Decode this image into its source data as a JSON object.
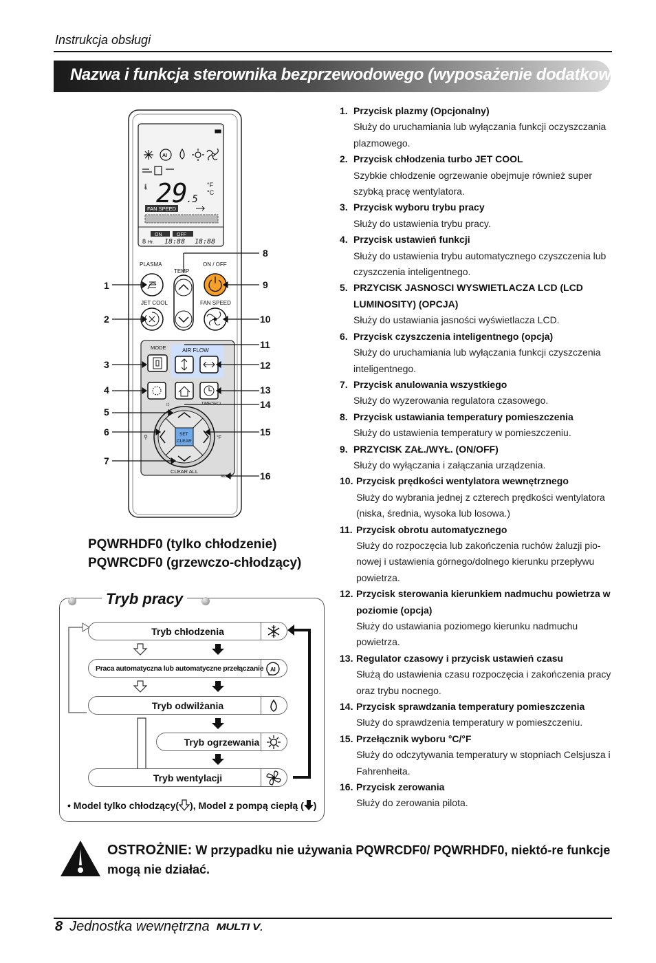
{
  "header": {
    "title": "Instrukcja obsługi"
  },
  "banner": {
    "title": "Nazwa i funkcja sterownika bezprzewodowego (wyposażenie dodatkowe)"
  },
  "remote": {
    "labels": {
      "plasma": "PLASMA",
      "jet_cool": "JET COOL",
      "temp": "TEMP",
      "on_off": "ON / OFF",
      "fan_speed": "FAN SPEED",
      "mode": "MODE",
      "air_flow": "AIR FLOW",
      "time": "TIME(SEC)",
      "set": "SET",
      "clear": "CLEAR",
      "clear_all": "CLEAR ALL",
      "reset": "RESET"
    },
    "display": {
      "temperature": "29",
      "decimal": ".5",
      "unit_f": "°F",
      "unit_c": "°C",
      "fan_speed": "FAN SPEED",
      "on": "ON",
      "off": "OFF",
      "hr": "Hr.",
      "timer": "18:88"
    },
    "callouts_left": [
      "1",
      "2",
      "3",
      "4",
      "5",
      "6",
      "7"
    ],
    "callouts_right": [
      "8",
      "9",
      "10",
      "11",
      "12",
      "13",
      "14",
      "15",
      "16"
    ]
  },
  "models": {
    "line1": "PQWRHDF0 (tylko chłodzenie)",
    "line2": "PQWRCDF0 (grzewczo-chłodzący)"
  },
  "items": [
    {
      "num": "1.",
      "title": "Przycisk plazmy (Opcjonalny)",
      "body": "Służy do uruchamiania lub wyłączania funkcji oczyszczania plazmowego."
    },
    {
      "num": "2.",
      "title": "Przycisk chłodzenia turbo JET COOL",
      "body": "Szybkie chłodzenie ogrzewanie obejmuje również super szybką pracę wentylatora."
    },
    {
      "num": "3.",
      "title": "Przycisk wyboru trybu pracy",
      "body": "Służy do ustawienia trybu pracy."
    },
    {
      "num": "4.",
      "title": "Przycisk ustawień funkcji",
      "body": "Służy do ustawienia trybu automatycznego czyszczenia lub czyszczenia inteligentnego."
    },
    {
      "num": "5.",
      "title": "PRZYCISK JASNOSCI WYSWIETLACZA LCD (LCD LUMINOSITY) (OPCJA)",
      "body": "Służy do ustawiania jasności wyświetlacza LCD."
    },
    {
      "num": "6.",
      "title": "Przycisk czyszczenia inteligentnego (opcja)",
      "body": "Służy do uruchamiania lub wyłączania funkcji czyszczenia inteligentnego."
    },
    {
      "num": "7.",
      "title": "Przycisk anulowania wszystkiego",
      "body": "Służy do wyzerowania regulatora czasowego."
    },
    {
      "num": "8.",
      "title": "Przycisk ustawiania temperatury pomieszczenia",
      "body": "Służy do ustawienia temperatury w pomieszczeniu."
    },
    {
      "num": "9.",
      "title": "PRZYCISK ZAŁ./WYŁ. (ON/OFF)",
      "body": "Służy do wyłączania i załączania urządzenia."
    },
    {
      "num": "10.",
      "title": "Przycisk prędkości wentylatora wewnętrznego",
      "body": "Służy do wybrania jednej z czterech prędkości wentylatora (niska, średnia, wysoka lub losowa.)"
    },
    {
      "num": "11.",
      "title": "Przycisk obrotu automatycznego",
      "body": "Służy do rozpoczęcia lub zakończenia ruchów żaluzji pio-nowej i ustawienia górnego/dolnego kierunku przepływu powietrza."
    },
    {
      "num": "12.",
      "title": "Przycisk sterowania kierunkiem nadmuchu powietrza w poziomie (opcja)",
      "body": "Służy do ustawiania poziomego kierunku nadmuchu powietrza."
    },
    {
      "num": "13.",
      "title": "Regulator czasowy i przycisk ustawień czasu",
      "body": "Służą do ustawienia czasu rozpoczęcia i zakończenia pracy oraz trybu nocnego."
    },
    {
      "num": "14.",
      "title": "Przycisk sprawdzania temperatury pomieszczenia",
      "body": "Służy do sprawdzenia temperatury w pomieszczeniu."
    },
    {
      "num": "15.",
      "title": "Przełącznik wyboru °C/°F",
      "body": "Służy do odczytywania temperatury w stopniach Celsjusza i Fahrenheita."
    },
    {
      "num": "16.",
      "title": "Przycisk zerowania",
      "body": "Służy do zerowania pilota."
    }
  ],
  "modes": {
    "title": "Tryb pracy",
    "list": [
      {
        "label": "Tryb chłodzenia",
        "icon": "snowflake-icon"
      },
      {
        "label": "Praca automatyczna lub automatyczne przełączanie",
        "icon": "ai-icon"
      },
      {
        "label": "Tryb odwilżania",
        "icon": "drop-icon"
      },
      {
        "label": "Tryb ogrzewania",
        "icon": "sun-icon"
      },
      {
        "label": "Tryb wentylacji",
        "icon": "fan-icon"
      }
    ],
    "note_prefix": "• Model tylko chłodzący(",
    "note_mid": "), Model z pompą ciepłą (",
    "note_suffix": ")"
  },
  "caution": {
    "label": "OSTROŻNIE:",
    "text": "W przypadku nie używania PQWRCDF0/ PQWRHDF0, niektó-re funkcje mogą nie działać."
  },
  "footer": {
    "page": "8",
    "text": "Jednostka wewnętrzna",
    "logo": "MULTI V",
    "period": "."
  }
}
